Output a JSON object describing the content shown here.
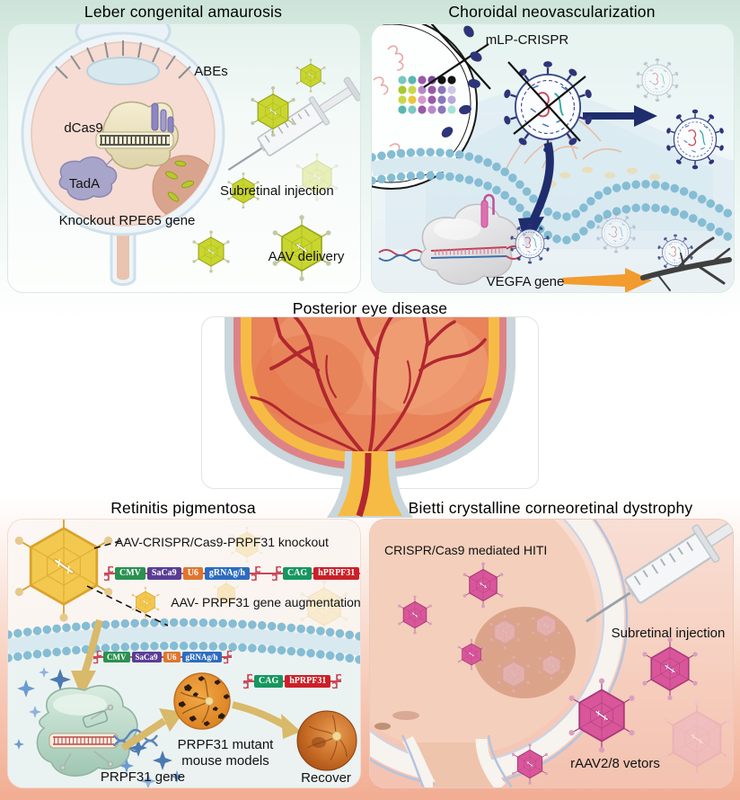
{
  "titles": {
    "lca": "Leber congenital amaurosis",
    "cnv": "Choroidal neovascularization",
    "center": "Posterior eye disease",
    "rp": "Retinitis pigmentosa",
    "bietti": "Bietti crystalline corneoretinal dystrophy"
  },
  "lca": {
    "abes": "ABEs",
    "dcas9": "dCas9",
    "tada": "TadA",
    "knockout": "Knockout RPE65 gene",
    "subretinal": "Subretinal injection",
    "aav_delivery": "AAV delivery"
  },
  "cnv": {
    "mlp": "mLP-CRISPR",
    "vegfa": "VEGFA gene"
  },
  "rp": {
    "knockout_label": "AAV-CRISPR/Cas9-PRPF31 knockout",
    "augmentation_label": "AAV- PRPF31 gene augmentation",
    "prpf31_gene": "PRPF31 gene",
    "mutant_line1": "PRPF31 mutant",
    "mutant_line2": "mouse models",
    "recover": "Recover",
    "cassette1": {
      "cmv": "CMV",
      "sacas9": "SaCa9",
      "u6": "U6",
      "grna": "gRNAg/h"
    },
    "cassette2": {
      "cag": "CAG",
      "hprpf31": "hPRPF31"
    }
  },
  "bietti": {
    "hiti": "CRISPR/Cas9 mediated HITI",
    "subretinal": "Subretinal injection",
    "vectors": "rAAV2/8 vetors"
  },
  "colors": {
    "background_top": "#cde4da",
    "background_bottom": "#f2ad93",
    "aav_yellow": "#c9d62f",
    "aav_gold": "#f3c84e",
    "aav_pink": "#d9569b",
    "virus_navy": "#2e3478",
    "arrow_navy": "#1f2d6e",
    "arrow_orange": "#f29b2e",
    "arrow_gold": "#d9b96a",
    "gene_cmv": "#2a9150",
    "gene_sacas9": "#5a3d96",
    "gene_u6": "#e0762e",
    "gene_grna": "#2d6cc0",
    "gene_cag": "#16975f",
    "gene_hprpf31": "#cc2028",
    "itr_red": "#c84858",
    "membrane_bead": "#85bdd4"
  }
}
